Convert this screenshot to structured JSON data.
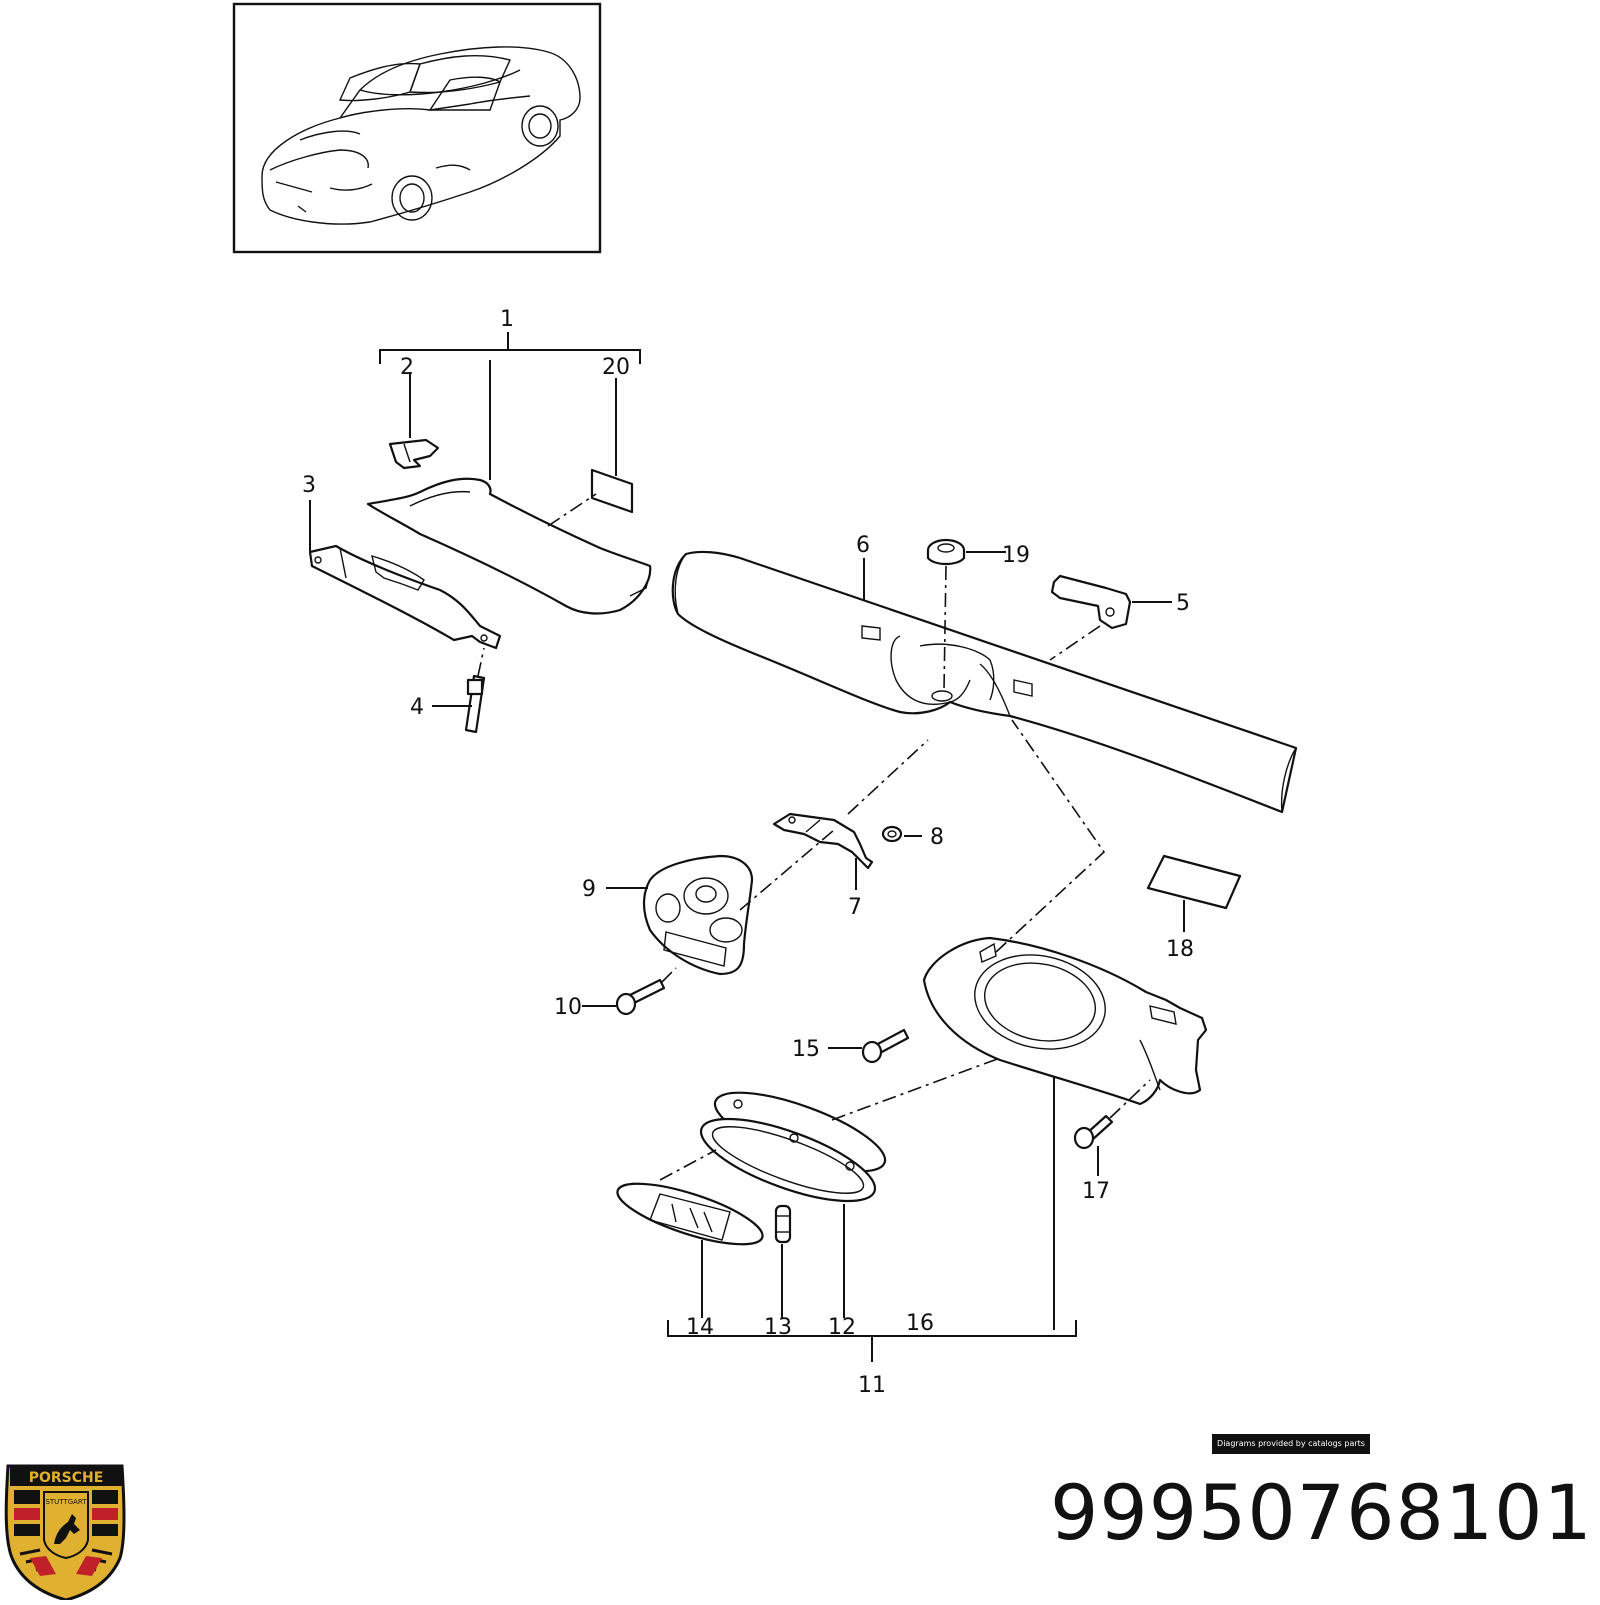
{
  "diagram": {
    "callouts": [
      {
        "id": "1",
        "text": "1"
      },
      {
        "id": "2",
        "text": "2"
      },
      {
        "id": "3",
        "text": "3"
      },
      {
        "id": "4",
        "text": "4"
      },
      {
        "id": "5",
        "text": "5"
      },
      {
        "id": "6",
        "text": "6"
      },
      {
        "id": "7",
        "text": "7"
      },
      {
        "id": "8",
        "text": "8"
      },
      {
        "id": "9",
        "text": "9"
      },
      {
        "id": "10",
        "text": "10"
      },
      {
        "id": "11",
        "text": "11"
      },
      {
        "id": "12",
        "text": "12"
      },
      {
        "id": "13",
        "text": "13"
      },
      {
        "id": "14",
        "text": "14"
      },
      {
        "id": "15",
        "text": "15"
      },
      {
        "id": "16",
        "text": "16"
      },
      {
        "id": "17",
        "text": "17"
      },
      {
        "id": "18",
        "text": "18"
      },
      {
        "id": "19",
        "text": "19"
      },
      {
        "id": "20",
        "text": "20"
      }
    ]
  },
  "credit": "Diagrams provided by catalogs parts",
  "part_number": "99950768101",
  "logo": {
    "brand": "PORSCHE",
    "city": "STUTTGART"
  },
  "colors": {
    "line": "#111111",
    "logo_gold": "#e0b030",
    "logo_red": "#c0202a",
    "logo_black": "#111111"
  }
}
